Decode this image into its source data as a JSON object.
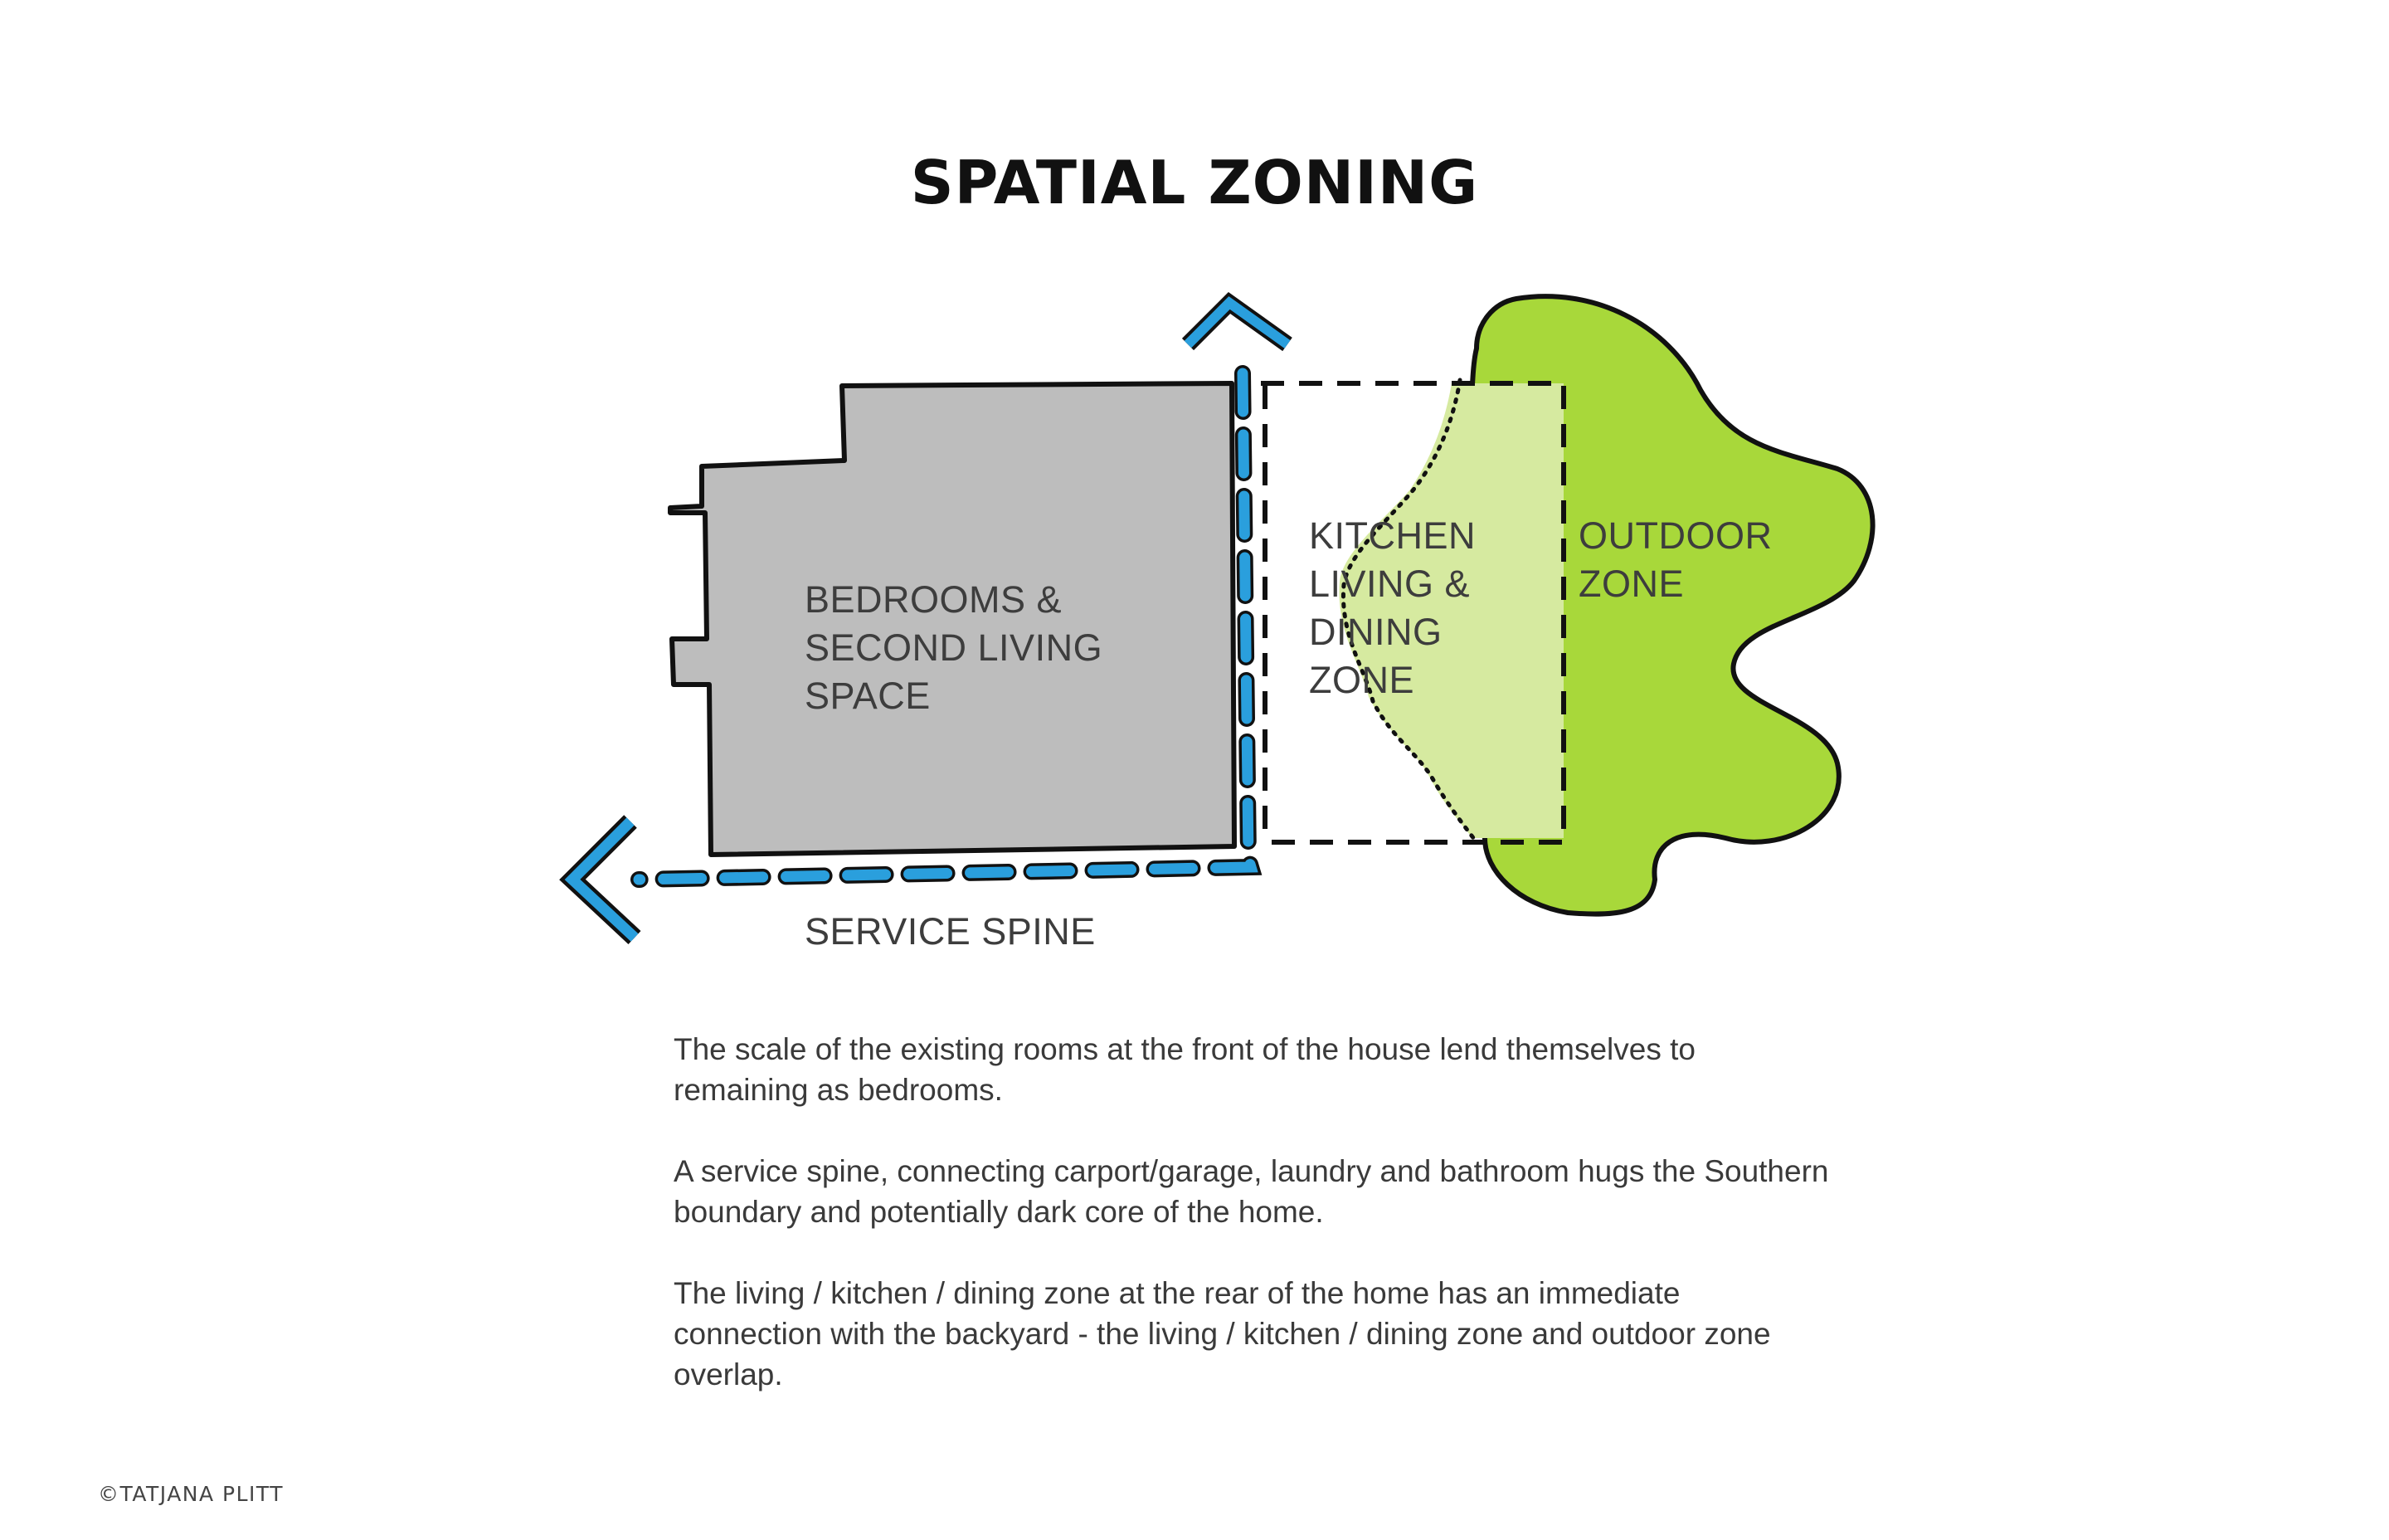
{
  "title": "SPATIAL ZONING",
  "zones": {
    "bedrooms": [
      "BEDROOMS &",
      "SECOND LIVING",
      "SPACE"
    ],
    "kitchen": [
      "KITCHEN",
      "LIVING &",
      "DINING",
      "ZONE"
    ],
    "outdoor": [
      "OUTDOOR",
      "ZONE"
    ],
    "service_spine": "SERVICE SPINE"
  },
  "colors": {
    "bedrooms_fill": "#bdbdbd",
    "outdoor_fill": "#a8d83a",
    "overlap_fill": "#d6eaa0",
    "spine_blue": "#2a9fdd",
    "outline": "#111111"
  },
  "description": [
    "The scale of the existing rooms at the front of the house lend themselves to remaining as bedrooms.",
    "A service spine, connecting carport/garage, laundry and bathroom hugs the Southern boundary and potentially dark core of the home.",
    "The living / kitchen / dining zone at the rear of the home has an immediate connection with the backyard - the living / kitchen / dining zone and outdoor zone overlap."
  ],
  "credit": "©TATJANA PLITT"
}
